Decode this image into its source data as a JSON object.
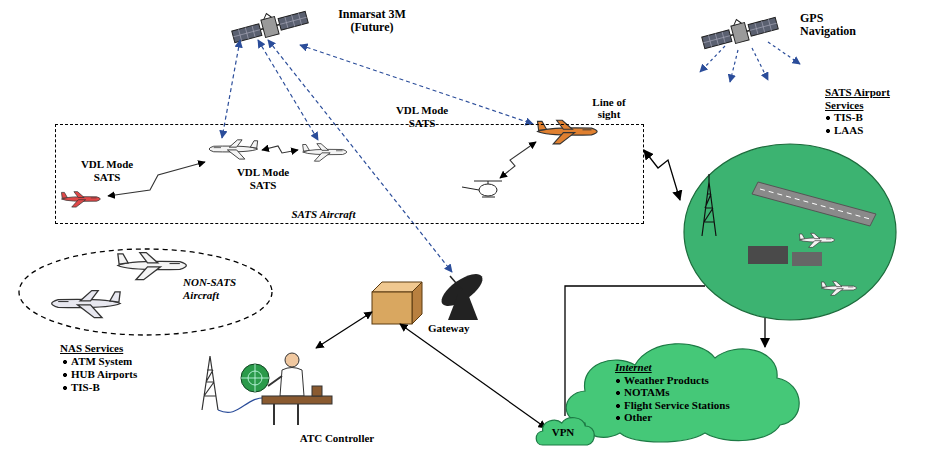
{
  "diagram": {
    "nodes": [
      {
        "text": [
          "SATS Aircraft"
        ]
      },
      {
        "text": [
          "SATS Airport Services",
          "TIS-B",
          "LAAS"
        ]
      },
      {
        "text": [
          "NON-SATS Aircraft"
        ]
      },
      {
        "text": [
          "Internet",
          "Weather Products",
          "NOTAMs",
          "Flight Service Stations",
          "Other"
        ]
      },
      {
        "text": [
          "VPN"
        ]
      }
    ],
    "edges": [
      {
        "from": 0,
        "to": 1,
        "label": "Line of sight",
        "arrow": "both"
      },
      {
        "from": 1,
        "to": 4,
        "arrow": "none"
      },
      {
        "from": 1,
        "to": 3,
        "arrow": "to"
      }
    ],
    "labels": [
      "Inmarsat 3M (Future)",
      "GPS Navigation",
      "VDL Mode SATS",
      "VDL Mode SATS",
      "VDL Mode SATS",
      "NAS Services",
      "ATM System",
      "HUB Airports",
      "TIS-B",
      "ATC Controller",
      "Gateway"
    ]
  }
}
